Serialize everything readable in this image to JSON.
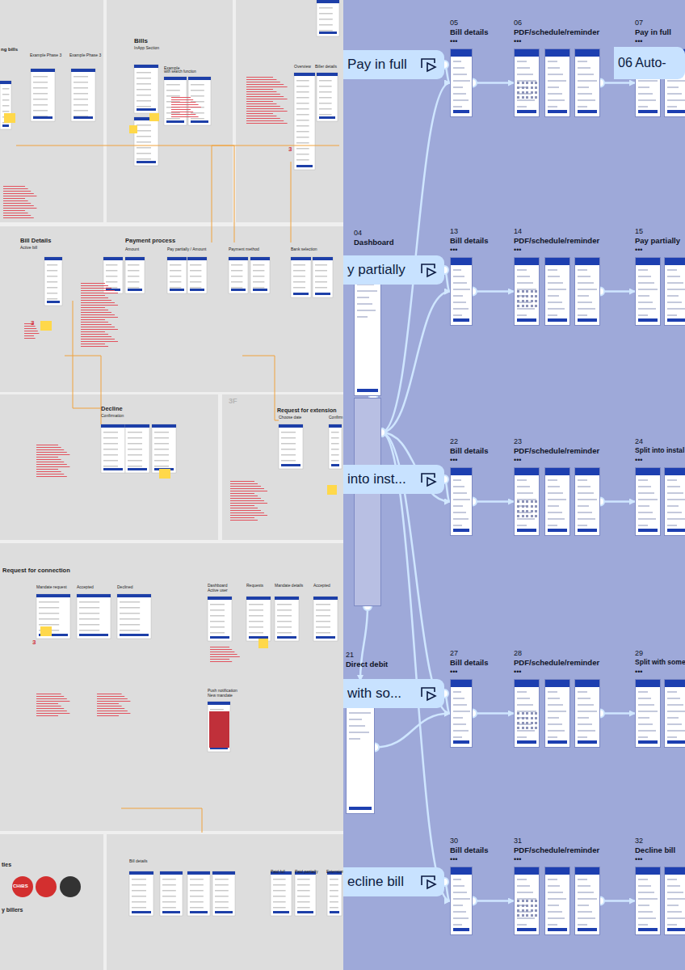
{
  "diagram": {
    "nodes": [
      {
        "text": [
          "ng bills",
          "Example Phase 3",
          "Example Phase 3"
        ]
      },
      {
        "text": [
          "Bills",
          "InApp Section",
          "Example",
          "with search function"
        ]
      },
      {
        "text": [
          "Overview",
          "Biller details"
        ]
      },
      {
        "text": [
          "Bill Details",
          "Active bill",
          "Payment process",
          "Amount",
          "Pay partially / Amount",
          "Payment method",
          "Bank selection"
        ]
      },
      {
        "text": [
          "Decline",
          "Confirmation"
        ]
      },
      {
        "text": [
          "3F",
          "Request for extension",
          "Choose date",
          "Confirm"
        ]
      },
      {
        "text": [
          "Request for connection",
          "Mandate request",
          "Accepted",
          "Declined",
          "Dashboard",
          "Active user",
          "Requests",
          "Mandate details",
          "Accepted",
          "Push notification",
          "New mandate"
        ]
      },
      {
        "text": [
          "ties",
          "y billers"
        ]
      },
      {
        "text": [
          "Bill details",
          "Paid full",
          "Paid partially",
          "Extension"
        ]
      },
      {
        "text": [
          "Pay in full"
        ]
      },
      {
        "text": [
          "06 Auto-"
        ]
      },
      {
        "text": [
          "y partially"
        ]
      },
      {
        "text": [
          "into inst..."
        ]
      },
      {
        "text": [
          "with so..."
        ]
      },
      {
        "text": [
          "ecline bill"
        ]
      },
      {
        "text": [
          "04",
          "Dashboard"
        ]
      },
      {
        "text": [
          "21",
          "Direct debit"
        ]
      },
      {
        "text": [
          "05",
          "Bill details",
          "•••"
        ]
      },
      {
        "text": [
          "06",
          "PDF/schedule/reminder",
          "•••"
        ]
      },
      {
        "text": [
          "07",
          "Pay in full",
          "•••"
        ]
      },
      {
        "text": [
          "13",
          "Bill details",
          "•••"
        ]
      },
      {
        "text": [
          "14",
          "PDF/schedule/reminder",
          "•••"
        ]
      },
      {
        "text": [
          "15",
          "Pay partially",
          "•••"
        ]
      },
      {
        "text": [
          "22",
          "Bill details",
          "•••"
        ]
      },
      {
        "text": [
          "23",
          "PDF/schedule/reminder",
          "•••"
        ]
      },
      {
        "text": [
          "24",
          "Split into instal",
          "•••"
        ]
      },
      {
        "text": [
          "27",
          "Bill details",
          "•••"
        ]
      },
      {
        "text": [
          "28",
          "PDF/schedule/reminder",
          "•••"
        ]
      },
      {
        "text": [
          "29",
          "Split with some",
          "•••"
        ]
      },
      {
        "text": [
          "30",
          "Bill details",
          "•••"
        ]
      },
      {
        "text": [
          "31",
          "PDF/schedule/reminder",
          "•••"
        ]
      },
      {
        "text": [
          "32",
          "Decline bill",
          "•••"
        ]
      }
    ],
    "edges": [
      {
        "from": 9,
        "to": 17,
        "arrow": "to"
      },
      {
        "from": 17,
        "to": 18,
        "arrow": "to"
      },
      {
        "from": 18,
        "to": 19,
        "arrow": "to"
      },
      {
        "from": 11,
        "to": 20,
        "arrow": "to"
      },
      {
        "from": 20,
        "to": 21,
        "arrow": "to"
      },
      {
        "from": 21,
        "to": 22,
        "arrow": "to"
      },
      {
        "from": 12,
        "to": 23,
        "arrow": "to"
      },
      {
        "from": 23,
        "to": 24,
        "arrow": "to"
      },
      {
        "from": 24,
        "to": 25,
        "arrow": "to"
      },
      {
        "from": 13,
        "to": 26,
        "arrow": "to"
      },
      {
        "from": 26,
        "to": 27,
        "arrow": "to"
      },
      {
        "from": 27,
        "to": 28,
        "arrow": "to"
      },
      {
        "from": 14,
        "to": 29,
        "arrow": "to"
      },
      {
        "from": 29,
        "to": 30,
        "arrow": "to"
      },
      {
        "from": 30,
        "to": 31,
        "arrow": "to"
      },
      {
        "from": 15,
        "to": 17,
        "arrow": "to"
      },
      {
        "from": 15,
        "to": 20,
        "arrow": "to"
      },
      {
        "from": 15,
        "to": 23,
        "arrow": "to"
      },
      {
        "from": 15,
        "to": 26,
        "arrow": "to"
      },
      {
        "from": 15,
        "to": 29,
        "arrow": "to"
      },
      {
        "from": 15,
        "to": 16,
        "arrow": "to"
      },
      {
        "from": 16,
        "to": 26,
        "arrow": "to"
      }
    ],
    "labels": [
      "3",
      "3",
      "3",
      "CHiBS"
    ]
  }
}
